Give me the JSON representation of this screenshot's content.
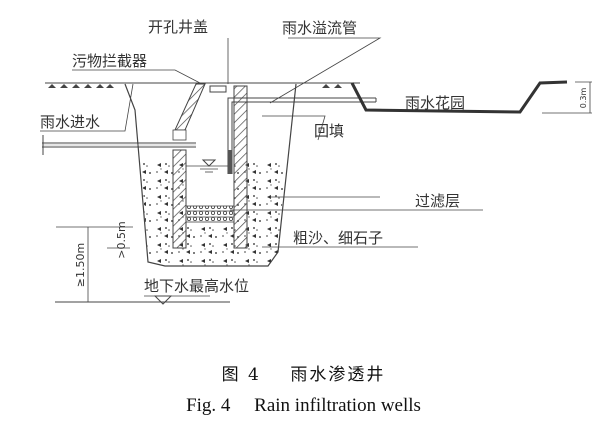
{
  "diagram": {
    "labels": {
      "perforated_cover": "开孔井盖",
      "debris_interceptor": "污物拦截器",
      "overflow_pipe": "雨水溢流管",
      "rain_inlet": "雨水进水",
      "backfill": "回填",
      "rain_garden": "雨水花园",
      "filter_layer": "过滤层",
      "coarse_sand_gravel": "粗沙、细石子",
      "max_groundwater": "地下水最高水位"
    },
    "dimensions": {
      "depth_to_groundwater": "≥1.50m",
      "bottom_clearance": ">0.5m",
      "garden_depth": "0.3m"
    }
  },
  "caption": {
    "cn_number": "图 4",
    "cn_title": "雨水渗透井",
    "en_number": "Fig. 4",
    "en_title": "Rain infiltration wells"
  }
}
